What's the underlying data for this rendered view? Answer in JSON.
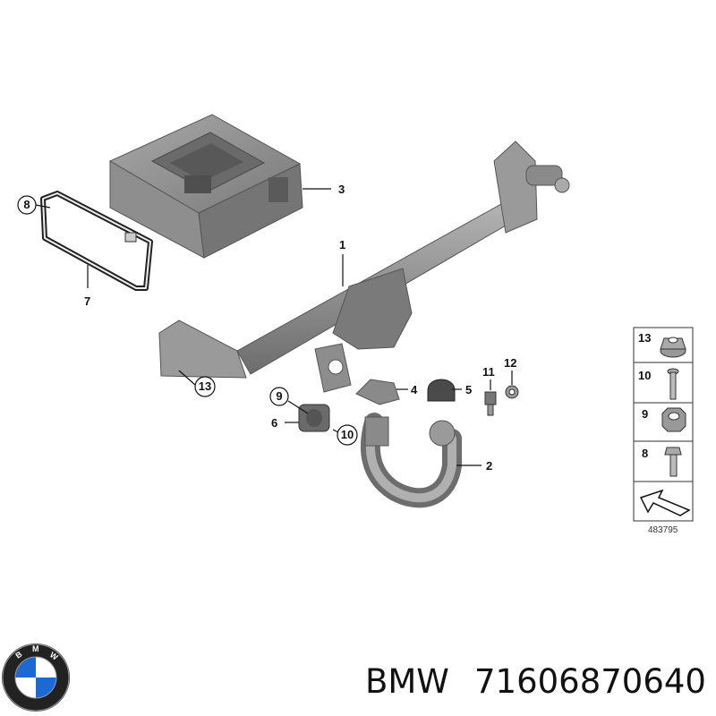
{
  "callouts": {
    "c1": "1",
    "c2": "2",
    "c3": "3",
    "c4": "4",
    "c5": "5",
    "c6": "6",
    "c7": "7",
    "c8": "8",
    "c9": "9",
    "c10": "10",
    "c11": "11",
    "c12": "12",
    "c13": "13"
  },
  "legend": {
    "items": [
      "13",
      "10",
      "9",
      "8"
    ],
    "diagram_code": "483795"
  },
  "footer": {
    "brand": "BMW",
    "part_number": "71606870640"
  },
  "icons": {
    "logo": "bmw-roundel-icon"
  },
  "colors": {
    "part_gray": "#8a8a8a",
    "part_dark": "#5e5e5e",
    "logo_blue": "#1c69d4"
  }
}
